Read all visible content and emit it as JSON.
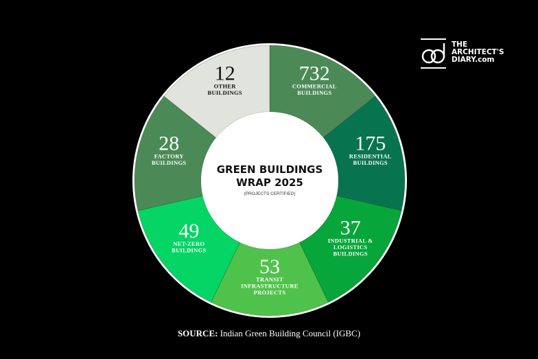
{
  "chart_data": {
    "type": "pie",
    "style": "donut with equal-sized segments",
    "title": "GREEN BUILDINGS WRAP 2025",
    "subtitle": "(PROJECTS CERTIFIED)",
    "slices": [
      {
        "value": 732,
        "label": [
          "COMMERCIAL",
          "BUILDINGS"
        ],
        "color": "#4b8a56"
      },
      {
        "value": 175,
        "label": [
          "RESIDENTIAL",
          "BUILDINGS"
        ],
        "color": "#08744f"
      },
      {
        "value": 37,
        "label": [
          "INDUSTRIAL &",
          "LOGISTICS",
          "BUILDINGS"
        ],
        "color": "#07a63a"
      },
      {
        "value": 53,
        "label": [
          "TRANSIT",
          "INFRASTRUCTURE",
          "PROJECTS"
        ],
        "color": "#4fc24c"
      },
      {
        "value": 49,
        "label": [
          "NET-ZERO",
          "BUILDINGS"
        ],
        "color": "#05d565"
      },
      {
        "value": 28,
        "label": [
          "FACTORY",
          "BUILDINGS"
        ],
        "color": "#4b8a56"
      },
      {
        "value": 12,
        "label": [
          "OTHER",
          "BUILDINGS"
        ],
        "color": "#e0e4dc"
      }
    ]
  },
  "source": {
    "prefix": "SOURCE:",
    "text": "Indian Green Building Council (IGBC)"
  },
  "logo": {
    "line1": "THE",
    "line2": "ARCHITECT'S",
    "line3": "DIARY.com"
  }
}
